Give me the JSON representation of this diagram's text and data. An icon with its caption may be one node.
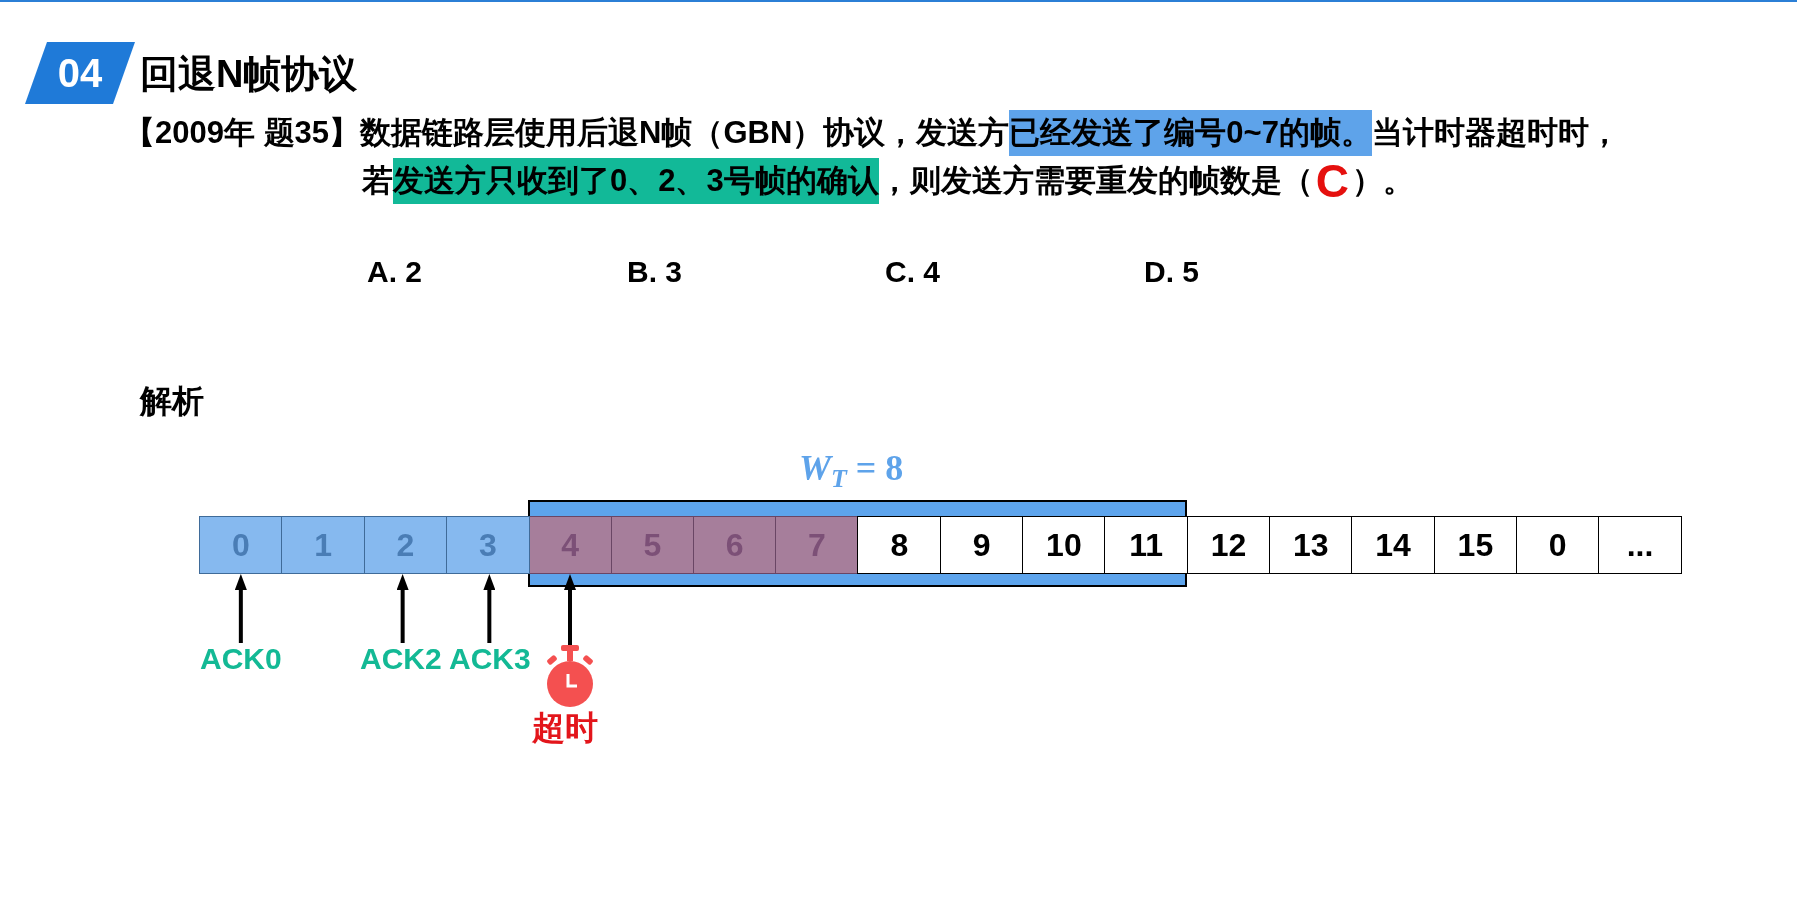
{
  "diagram": {
    "title": "回退N帧协议",
    "nodes": [
      {
        "text": [
          "*W*$_{T}$ = 8"
        ]
      },
      {
        "text": [
          "0"
        ]
      },
      {
        "text": [
          "1"
        ]
      },
      {
        "text": [
          "2"
        ]
      },
      {
        "text": [
          "3"
        ]
      },
      {
        "text": [
          "4"
        ],
        "in": 0
      },
      {
        "text": [
          "5"
        ],
        "in": 0
      },
      {
        "text": [
          "6"
        ],
        "in": 0
      },
      {
        "text": [
          "7"
        ],
        "in": 0
      },
      {
        "text": [
          "8"
        ],
        "in": 0
      },
      {
        "text": [
          "9"
        ],
        "in": 0
      },
      {
        "text": [
          "10"
        ],
        "in": 0
      },
      {
        "text": [
          "11"
        ],
        "in": 0
      },
      {
        "text": [
          "12"
        ]
      },
      {
        "text": [
          "13"
        ]
      },
      {
        "text": [
          "14"
        ]
      },
      {
        "text": [
          "15"
        ]
      },
      {
        "text": [
          "0"
        ]
      },
      {
        "text": [
          "..."
        ]
      },
      {
        "text": [
          "ACK0"
        ]
      },
      {
        "text": [
          "ACK2"
        ]
      },
      {
        "text": [
          "ACK3"
        ]
      },
      {
        "text": [],
        "shape": "picture",
        "beside": [
          "超时"
        ]
      }
    ],
    "edges": [
      {
        "from": 19,
        "to": 1,
        "arrow": "to"
      },
      {
        "from": 20,
        "to": 3,
        "arrow": "to"
      },
      {
        "from": 21,
        "to": 4,
        "arrow": "to"
      },
      {
        "from": 22,
        "to": 5,
        "arrow": "to"
      }
    ],
    "labels": [
      "04",
      "【2009年 题35】",
      "数据链路层使用后退N帧（GBN）协议，发送方",
      "已经发送了编号0~7的帧。",
      "当计时器超时时，",
      "若",
      "发送方只收到了0、2、3号帧的确认",
      "，则发送方需要重发的帧数是（",
      "C",
      "）。",
      "A. 2",
      "B. 3",
      "C. 4",
      "D. 5",
      "解析"
    ]
  }
}
